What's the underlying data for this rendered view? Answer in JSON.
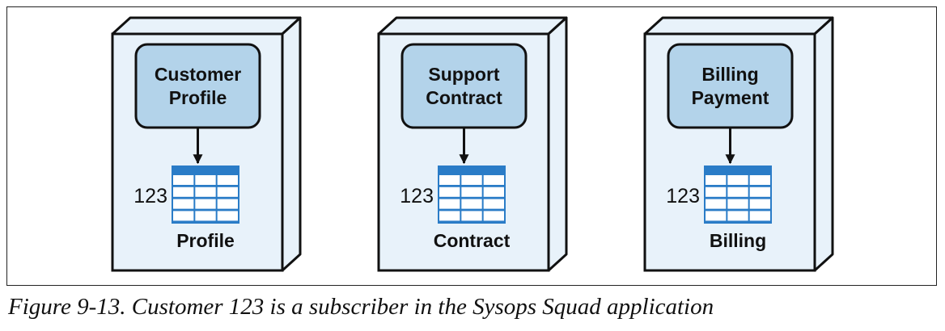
{
  "colors": {
    "box_fill": "#e8f2fa",
    "service_fill": "#b3d3ea",
    "table_blue": "#2a7cc7",
    "stroke": "#111111"
  },
  "domains": [
    {
      "service_lines": [
        "Customer",
        "Profile"
      ],
      "table_id": "123",
      "table_name": "Profile"
    },
    {
      "service_lines": [
        "Support",
        "Contract"
      ],
      "table_id": "123",
      "table_name": "Contract"
    },
    {
      "service_lines": [
        "Billing",
        "Payment"
      ],
      "table_id": "123",
      "table_name": "Billing"
    }
  ],
  "caption": "Figure 9-13. Customer 123 is a subscriber in the Sysops Squad application"
}
